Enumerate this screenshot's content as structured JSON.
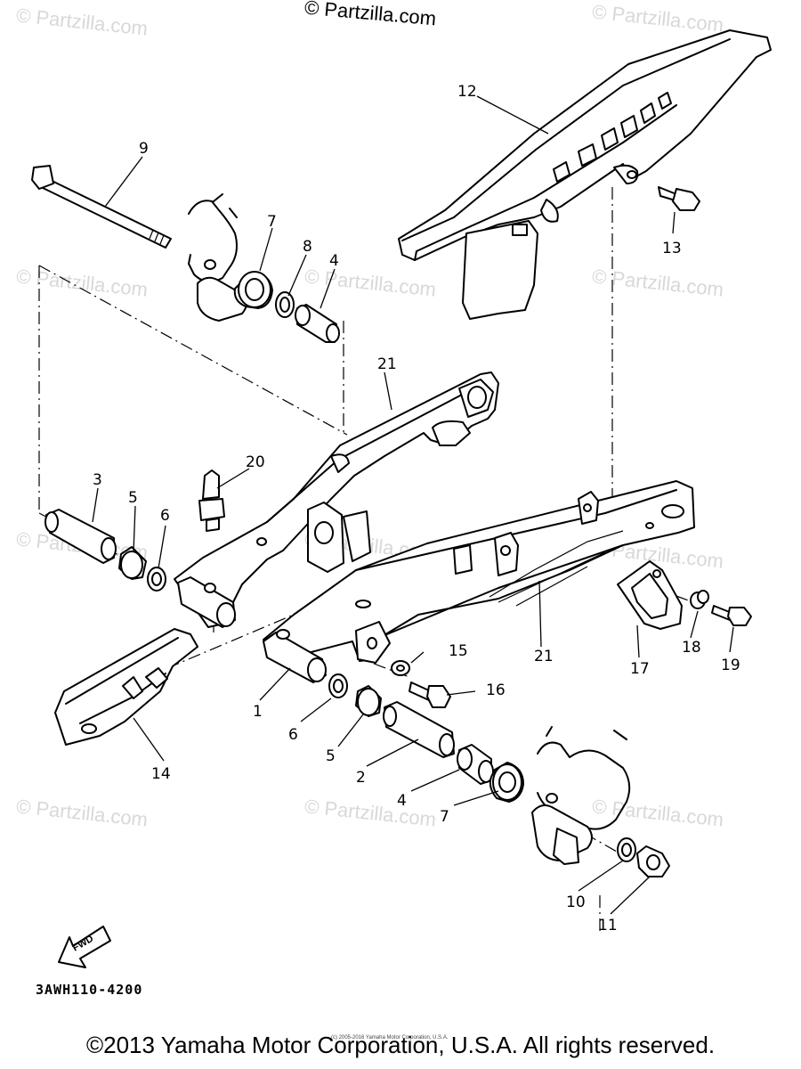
{
  "watermarks": [
    "© Partzilla.com",
    "© Partzilla.com",
    "© Partzilla.com",
    "© Partzilla.com",
    "© Partzilla.com",
    "© Partzilla.com",
    "© Partzilla.com",
    "© Partzilla.com",
    "© Partzilla.com",
    "© Partzilla.com",
    "© Partzilla.com"
  ],
  "top_watermark": "© Partzilla.com",
  "fwd_label": "FWD",
  "diagram_code": "3AWH110-4200",
  "copyright": "©2013 Yamaha Motor Corporation, U.S.A. All rights reserved.",
  "small_copyright": "(c) 2005-2016 Yamaha Motor Corporation, U.S.A.",
  "callouts": [
    {
      "id": "1",
      "label": "1"
    },
    {
      "id": "2",
      "label": "2"
    },
    {
      "id": "3",
      "label": "3"
    },
    {
      "id": "4a",
      "label": "4"
    },
    {
      "id": "4b",
      "label": "4"
    },
    {
      "id": "5a",
      "label": "5"
    },
    {
      "id": "5b",
      "label": "5"
    },
    {
      "id": "6a",
      "label": "6"
    },
    {
      "id": "6b",
      "label": "6"
    },
    {
      "id": "7a",
      "label": "7"
    },
    {
      "id": "7b",
      "label": "7"
    },
    {
      "id": "8",
      "label": "8"
    },
    {
      "id": "9",
      "label": "9"
    },
    {
      "id": "10",
      "label": "10"
    },
    {
      "id": "11",
      "label": "11"
    },
    {
      "id": "12",
      "label": "12"
    },
    {
      "id": "13",
      "label": "13"
    },
    {
      "id": "14",
      "label": "14"
    },
    {
      "id": "15",
      "label": "15"
    },
    {
      "id": "16",
      "label": "16"
    },
    {
      "id": "17",
      "label": "17"
    },
    {
      "id": "18",
      "label": "18"
    },
    {
      "id": "19",
      "label": "19"
    },
    {
      "id": "20",
      "label": "20"
    },
    {
      "id": "21a",
      "label": "21"
    },
    {
      "id": "21b",
      "label": "21"
    }
  ]
}
